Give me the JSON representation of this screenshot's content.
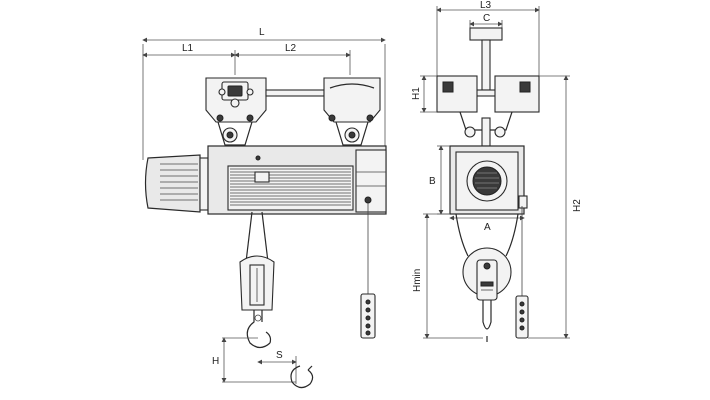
{
  "dimension_labels": {
    "L": "L",
    "L1": "L1",
    "L2": "L2",
    "L3": "L3",
    "C": "C",
    "H1": "H1",
    "H2": "H2",
    "B": "B",
    "Hmin": "Hmin",
    "A": "A",
    "H": "H",
    "S": "S"
  }
}
